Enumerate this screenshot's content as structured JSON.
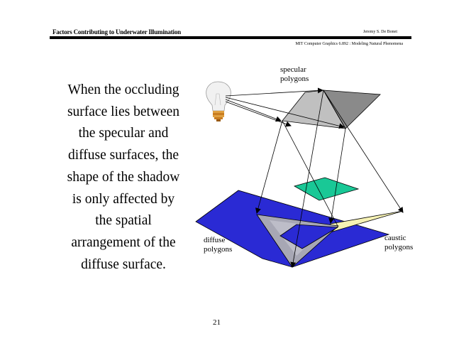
{
  "header": {
    "title": "Factors Contributing to Underwater Illumination",
    "author": "Jeremy S. De Bonet",
    "course": "MIT Computer Graphics 6.892 : Modeling Natural Phenomena"
  },
  "body_lines": [
    "When the occluding",
    "surface lies between",
    "the specular and",
    "diffuse surfaces, the",
    "shape of the shadow",
    "is only affected by",
    "the spatial",
    "arrangement of the",
    "diffuse surface."
  ],
  "labels": {
    "specular": [
      "specular",
      "polygons"
    ],
    "diffuse": [
      "diffuse",
      "polygons"
    ],
    "caustic": [
      "caustic",
      "polygons"
    ]
  },
  "page_number": "21",
  "colors": {
    "diffuse_fill": "#2a2ad4",
    "occluder_fill": "#19c896",
    "caustic_fill": "#f6f2b4",
    "specular_light": "#c0c0c0",
    "specular_dark": "#8a8a8a"
  }
}
